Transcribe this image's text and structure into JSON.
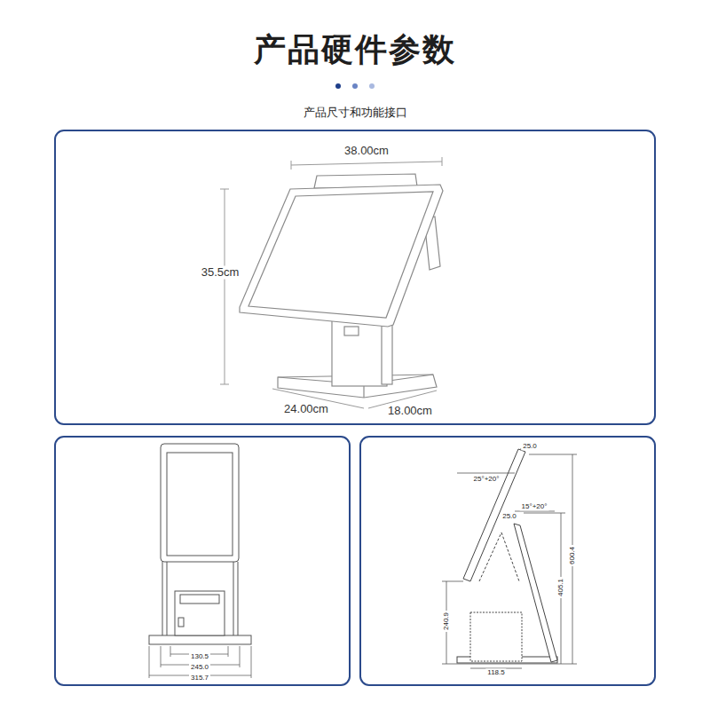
{
  "diagram": {
    "title": "产品硬件参数",
    "labels": [
      "产品尺寸和功能接口",
      "38.00cm",
      "35.5cm",
      "24.00cm",
      "18.00cm",
      "130.5",
      "245.0",
      "315.7",
      "25.0",
      "25°+20°",
      "15°+20°",
      "25.0",
      "600.4",
      "405.1",
      "240.9",
      "118.5"
    ]
  }
}
